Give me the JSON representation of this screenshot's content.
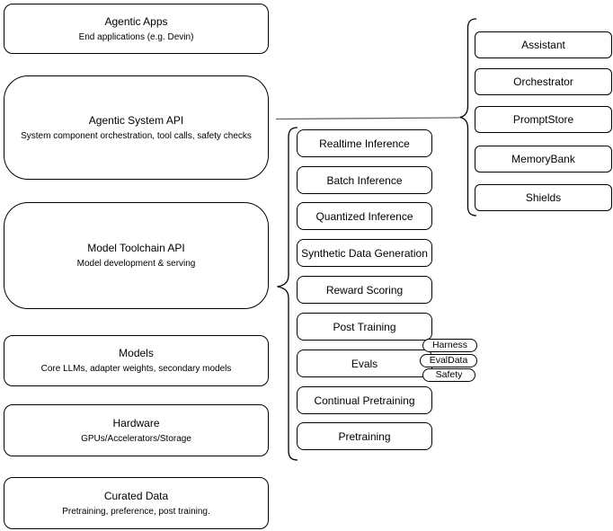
{
  "left_stack": [
    {
      "title": "Agentic Apps",
      "subtitle": "End applications (e.g. Devin)"
    },
    {
      "title": "Agentic System API",
      "subtitle": "System component orchestration, tool calls, safety checks"
    },
    {
      "title": "Model Toolchain API",
      "subtitle": "Model development & serving"
    },
    {
      "title": "Models",
      "subtitle": "Core LLMs, adapter weights, secondary models"
    },
    {
      "title": "Hardware",
      "subtitle": "GPUs/Accelerators/Storage"
    },
    {
      "title": "Curated Data",
      "subtitle": "Pretraining, preference, post training."
    }
  ],
  "toolchain_services": [
    "Realtime Inference",
    "Batch Inference",
    "Quantized Inference",
    "Synthetic Data Generation",
    "Reward Scoring",
    "Post Training",
    "Evals",
    "Continual Pretraining",
    "Pretraining"
  ],
  "eval_tags": [
    "Harness",
    "EvalData",
    "Safety"
  ],
  "system_components": [
    "Assistant",
    "Orchestrator",
    "PromptStore",
    "MemoryBank",
    "Shields"
  ],
  "colors": {
    "stroke": "#000000",
    "connector": "#666666",
    "background": "#ffffff"
  }
}
